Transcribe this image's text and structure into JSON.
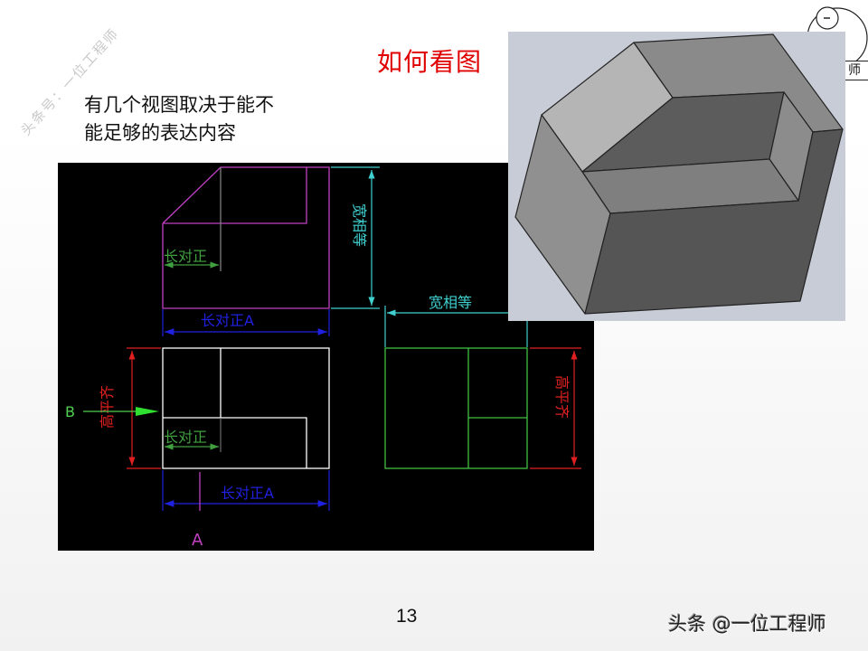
{
  "watermark": "头条号：一位工程师",
  "logo": {
    "badge_text": "师",
    "circle_glyph": "-"
  },
  "slide": {
    "title": "如何看图",
    "subtitle_lines": [
      "有几个视图取决于能不",
      "能足够的表达内容"
    ],
    "page_number": "13",
    "footer_brand": "头条 @一位工程师"
  },
  "cad_drawing": {
    "labels": {
      "top_view_inner_length": "长对正",
      "top_view_length": "长对正A",
      "width_equal_vertical": "宽相等",
      "width_equal_horizontal": "宽相等",
      "front_height_left": "高平齐",
      "front_inner_length": "长对正",
      "front_length": "长对正A",
      "side_height_right": "高平齐",
      "view_marker_b": "B",
      "view_marker_a": "A"
    },
    "colors": {
      "top_view": "#c040c0",
      "front_view": "#ffffff",
      "side_view": "#40c040",
      "length_dim": "#2020e0",
      "width_dim": "#40d0d0",
      "height_dim": "#e02020",
      "inner_dim": "#40a040",
      "arrow_b": "#30e030",
      "marker_a": "#c040c0"
    }
  },
  "model_3d": {
    "description": "isometric shaded solid block with chamfer and notch",
    "face_colors": [
      "#b5b5b5",
      "#8a8a8a",
      "#5c5c5c",
      "#7c7c7c",
      "#909090",
      "#555555"
    ]
  }
}
